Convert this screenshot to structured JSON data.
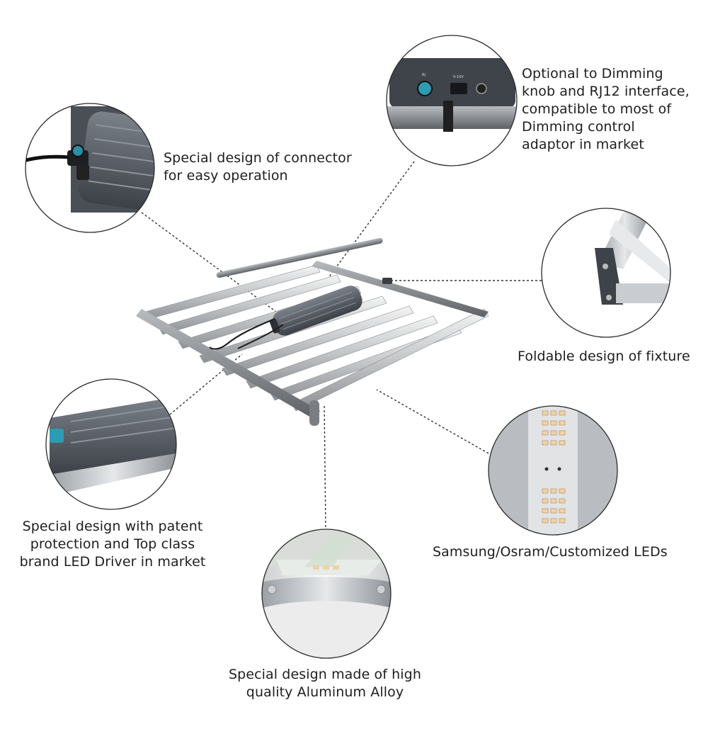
{
  "callouts": {
    "connector": {
      "lines": [
        "Special design of connector",
        "for easy operation"
      ]
    },
    "dimming": {
      "lines": [
        "Optional to Dimming",
        "knob and RJ12 interface,",
        "compatible to most of",
        "Dimming control",
        "adaptor in market"
      ]
    },
    "foldable": {
      "lines": [
        "Foldable design of fixture"
      ]
    },
    "driver": {
      "lines": [
        "Special design with patent",
        "protection and Top class",
        "brand LED Driver in market"
      ]
    },
    "leds": {
      "lines": [
        "Samsung/Osram/Customized LEDs"
      ]
    },
    "aluminum": {
      "lines": [
        "Special design made of high",
        "quality Aluminum Alloy"
      ]
    }
  },
  "detail_images": {
    "dimming_panel_markings": [
      "RJ",
      "0-10V"
    ]
  }
}
